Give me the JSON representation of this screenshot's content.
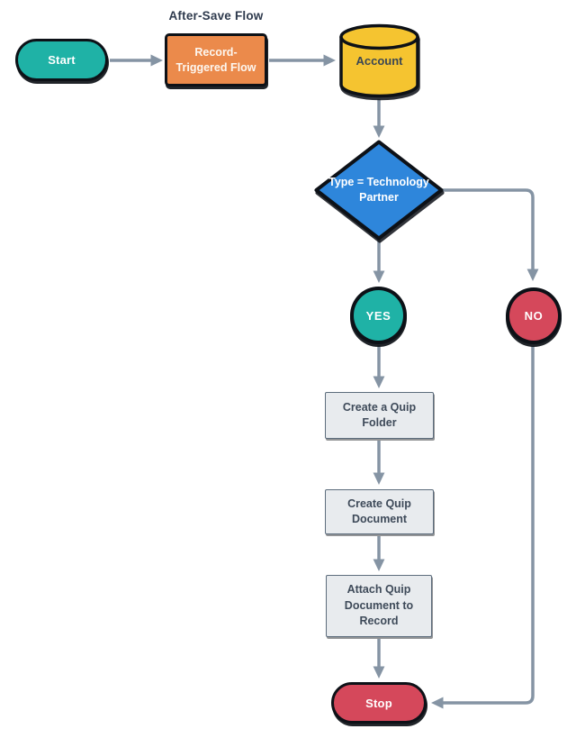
{
  "diagram": {
    "type": "flowchart",
    "background_color": "#FFFFFF",
    "connector_color": "#8594A4",
    "outline_color": "#0D1117",
    "annotation": {
      "text": "After-Save Flow",
      "color": "#2E3A4D"
    },
    "nodes": {
      "start": {
        "label": "Start",
        "shape": "terminator",
        "color": "#1FB2A6",
        "text_color": "#FFFFFF"
      },
      "record_flow": {
        "label": "Record-Triggered Flow",
        "shape": "process",
        "color": "#EB8A4B",
        "text_color": "#FFFFFF"
      },
      "account": {
        "label": "Account",
        "shape": "database",
        "color": "#F5C430",
        "text_color": "#3A4654"
      },
      "decision": {
        "label": "Type = Technology Partner",
        "shape": "decision",
        "color": "#2E86DB",
        "text_color": "#FFFFFF"
      },
      "yes": {
        "label": "YES",
        "shape": "circle",
        "color": "#1FB2A6",
        "text_color": "#FFFFFF"
      },
      "no": {
        "label": "NO",
        "shape": "circle",
        "color": "#D5485B",
        "text_color": "#FFFFFF"
      },
      "create_folder": {
        "label": "Create a Quip Folder",
        "shape": "process",
        "color": "#E8EBEE",
        "text_color": "#3E4A59"
      },
      "create_document": {
        "label": "Create Quip Document",
        "shape": "process",
        "color": "#E8EBEE",
        "text_color": "#3E4A59"
      },
      "attach_document": {
        "label": "Attach Quip Document to Record",
        "shape": "process",
        "color": "#E8EBEE",
        "text_color": "#3E4A59"
      },
      "stop": {
        "label": "Stop",
        "shape": "terminator",
        "color": "#D5485B",
        "text_color": "#FFFFFF"
      }
    },
    "edges": [
      {
        "from": "start",
        "to": "record_flow"
      },
      {
        "from": "record_flow",
        "to": "account"
      },
      {
        "from": "account",
        "to": "decision"
      },
      {
        "from": "decision",
        "to": "yes"
      },
      {
        "from": "decision",
        "to": "no"
      },
      {
        "from": "yes",
        "to": "create_folder"
      },
      {
        "from": "create_folder",
        "to": "create_document"
      },
      {
        "from": "create_document",
        "to": "attach_document"
      },
      {
        "from": "attach_document",
        "to": "stop"
      },
      {
        "from": "no",
        "to": "stop"
      }
    ]
  }
}
